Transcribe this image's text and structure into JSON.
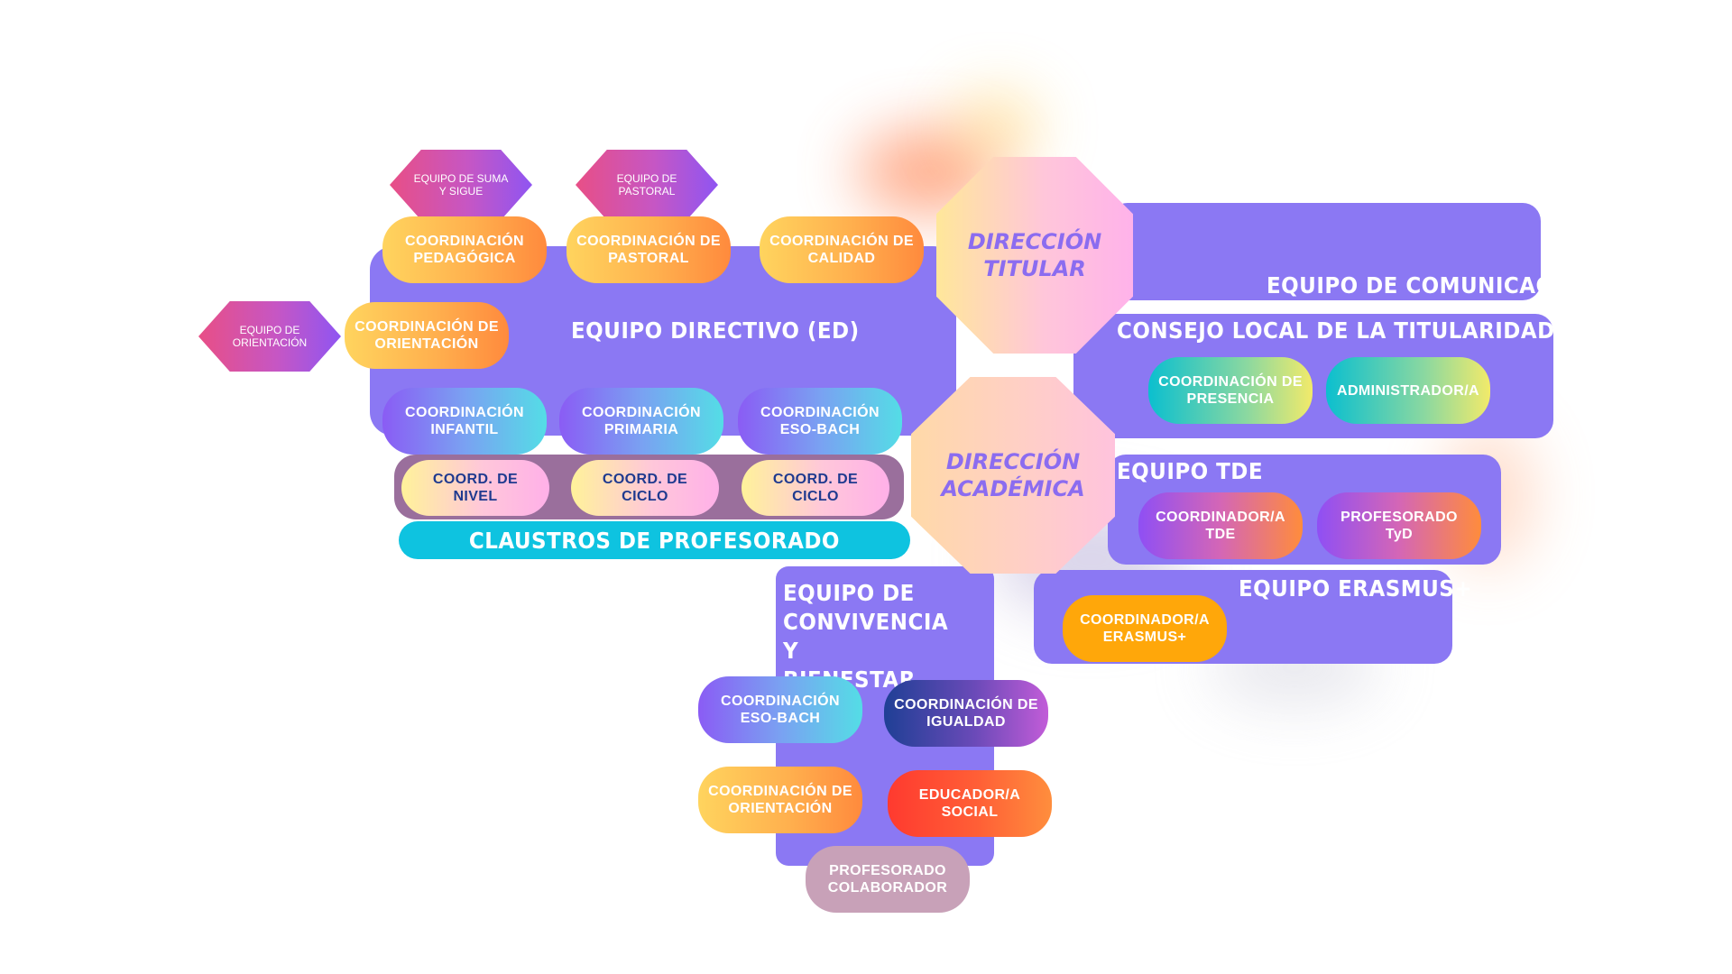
{
  "colors": {
    "panel": "#8b78f3",
    "claustros": "#0ec3e0",
    "coords_band": "#9a6f9c",
    "erasmus_pill": "#ffa70a",
    "colaborador_pill": "#c8a1b8",
    "octagon_text": "#8b6cf0"
  },
  "direccion_titular": "DIRECCIÓN TITULAR",
  "direccion_academica": "DIRECCIÓN ACADÉMICA",
  "equipo_directivo": {
    "title": "EQUIPO DIRECTIVO (ED)",
    "coord_pedagogica": "COORDINACIÓN PEDAGÓGICA",
    "coord_pastoral": "COORDINACIÓN DE PASTORAL",
    "coord_calidad": "COORDINACIÓN DE CALIDAD",
    "coord_orientacion": "COORDINACIÓN DE ORIENTACIÓN",
    "coord_infantil": "COORDINACIÓN INFANTIL",
    "coord_primaria": "COORDINACIÓN PRIMARIA",
    "coord_eso_bach": "COORDINACIÓN ESO-BACH"
  },
  "equipos_hex": {
    "suma_y_sigue": "EQUIPO DE SUMA Y SIGUE",
    "pastoral": "EQUIPO DE PASTORAL",
    "orientacion": "EQUIPO DE ORIENTACIÓN"
  },
  "coords": {
    "nivel": "COORD. DE NIVEL",
    "ciclo_1": "COORD. DE CICLO",
    "ciclo_2": "COORD. DE CICLO"
  },
  "claustros": "CLAUSTROS DE PROFESORADO",
  "equipo_comunicacion": "EQUIPO DE COMUNICACIÓN",
  "clt": {
    "title": "CONSEJO LOCAL DE LA TITULARIDAD (CLT)",
    "coord_presencia": "COORDINACIÓN DE PRESENCIA",
    "administrador": "ADMINISTRADOR/A"
  },
  "tde": {
    "title": "EQUIPO TDE",
    "coordinador": "COORDINADOR/A TDE",
    "profesorado": "PROFESORADO TyD"
  },
  "erasmus": {
    "title": "EQUIPO ERASMUS+",
    "coordinador": "COORDINADOR/A ERASMUS+"
  },
  "convivencia": {
    "title": "EQUIPO DE CONVIVENCIA Y BIENESTAR",
    "coord_eso_bach": "COORDINACIÓN ESO-BACH",
    "coord_igualdad": "COORDINACIÓN DE IGUALDAD",
    "coord_orientacion": "COORDINACIÓN DE ORIENTACIÓN",
    "educador_social": "EDUCADOR/A SOCIAL",
    "profesorado_colaborador": "PROFESORADO COLABORADOR"
  }
}
